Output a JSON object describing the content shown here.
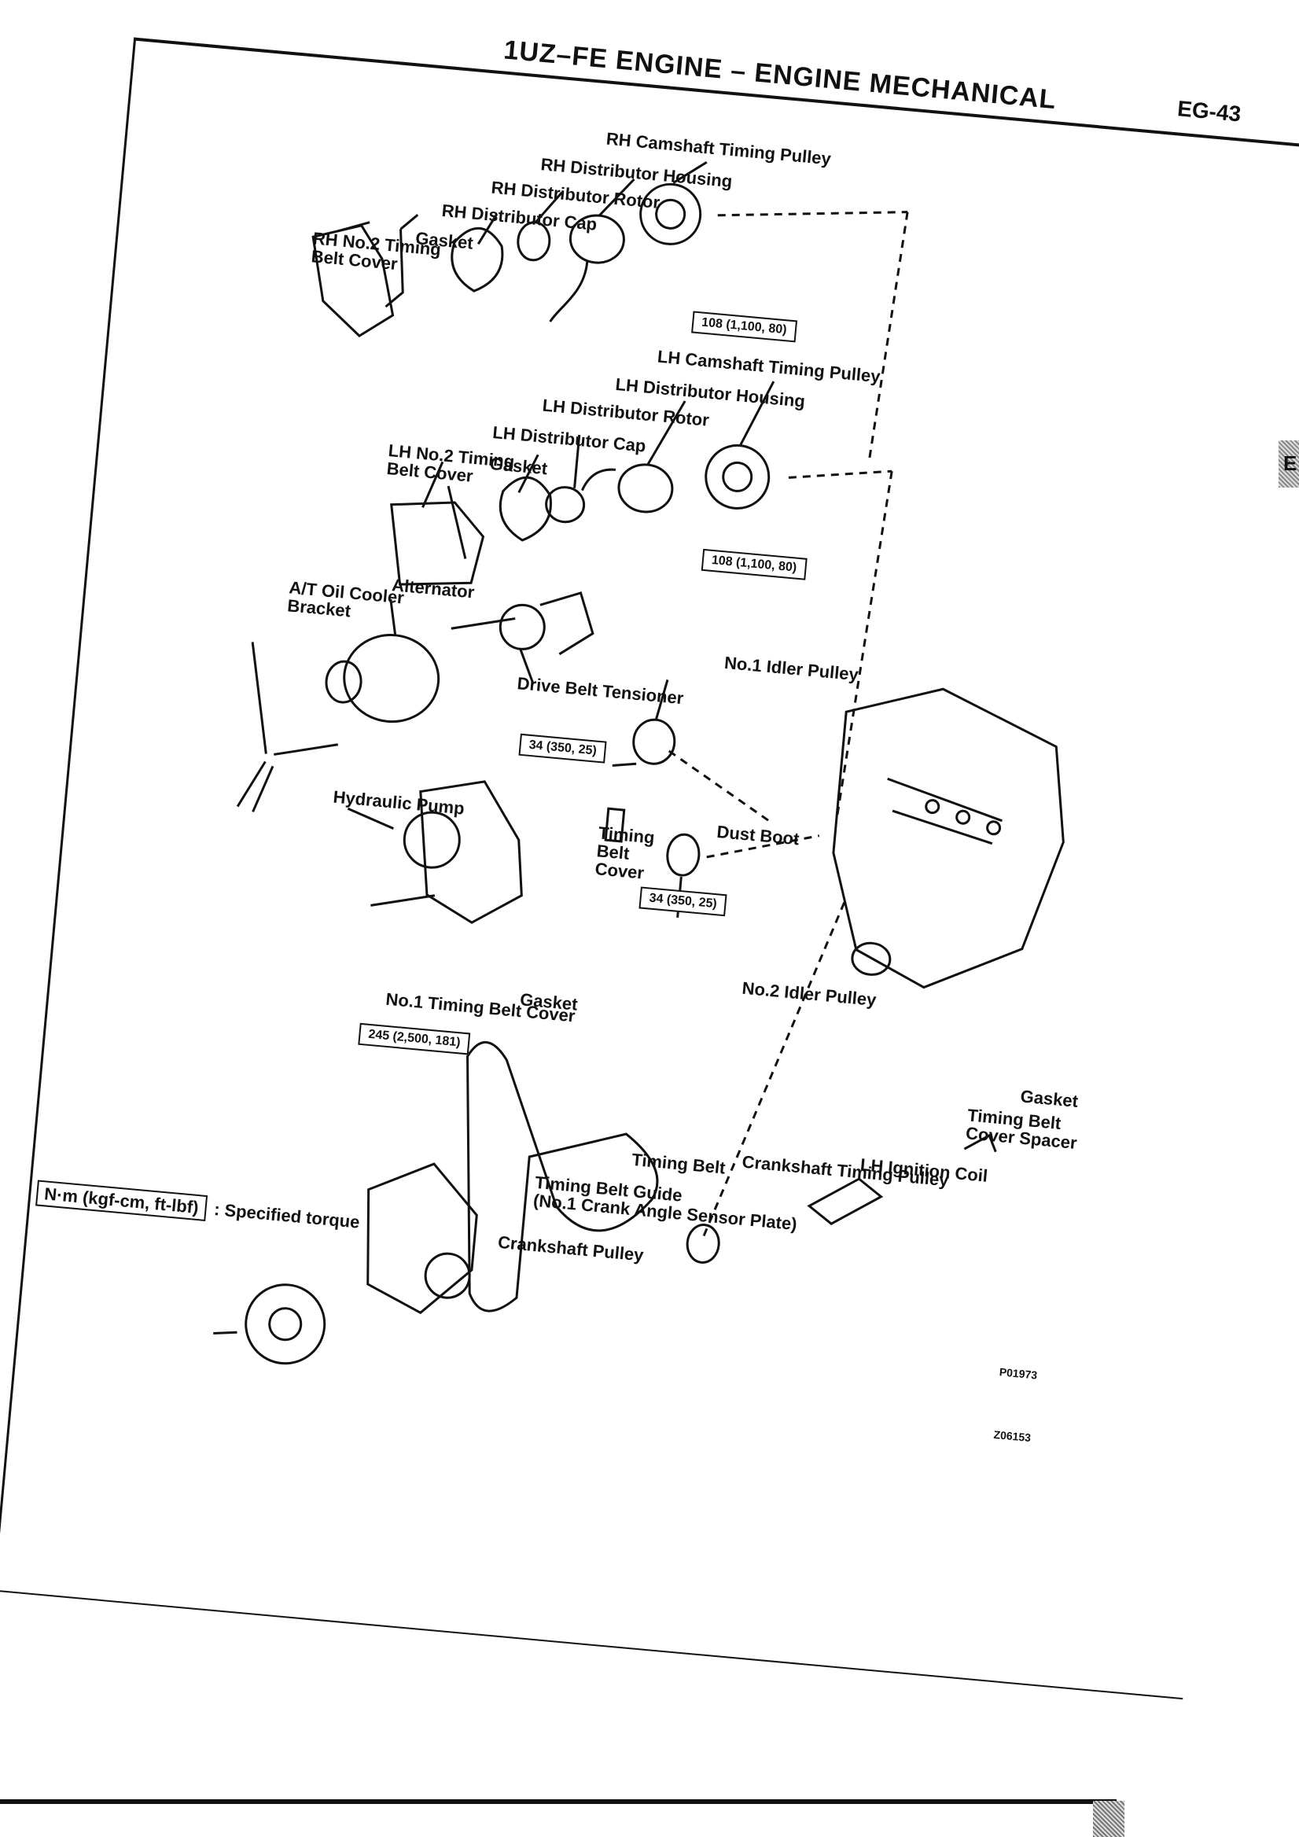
{
  "header": {
    "title": "1UZ–FE ENGINE  –  ENGINE MECHANICAL",
    "page": "EG-43",
    "tab_letter": "E"
  },
  "labels": {
    "rh_cam_pulley": "RH Camshaft Timing Pulley",
    "rh_dist_housing": "RH Distributor Housing",
    "rh_dist_rotor": "RH Distributor Rotor",
    "rh_dist_cap": "RH Distributor Cap",
    "gasket_1": "Gasket",
    "rh_no2_cover": "RH No.2 Timing\nBelt Cover",
    "lh_cam_pulley": "LH Camshaft Timing Pulley",
    "lh_dist_housing": "LH Distributor Housing",
    "lh_dist_rotor": "LH Distributor Rotor",
    "lh_dist_cap": "LH Distributor Cap",
    "gasket_2": "Gasket",
    "lh_no2_cover": "LH No.2 Timing\nBelt Cover",
    "alternator": "Alternator",
    "at_oil_cooler": "A/T Oil Cooler\nBracket",
    "drive_belt_tensioner": "Drive Belt Tensioner",
    "no1_idler": "No.1 Idler Pulley",
    "dust_boot": "Dust Boot",
    "hydraulic_pump": "Hydraulic Pump",
    "timing_belt_cover": "Timing\nBelt\nCover",
    "no2_idler": "No.2 Idler Pulley",
    "gasket_3": "Gasket",
    "no1_timing_cover": "No.1 Timing Belt Cover",
    "timing_belt": "Timing Belt",
    "crank_pulley_timing": "Crankshaft Timing Pulley",
    "lh_ignition_coil": "LH Ignition Coil",
    "gasket_4": "Gasket",
    "timing_belt_spacer": "Timing Belt\nCover Spacer",
    "timing_belt_guide": "Timing Belt Guide\n(No.1 Crank Angle Sensor Plate)",
    "crankshaft_pulley": "Crankshaft Pulley"
  },
  "torques": {
    "t1": "108 (1,100, 80)",
    "t2": "108 (1,100, 80)",
    "t3": "34 (350, 25)",
    "t4": "34 (350, 25)",
    "t5": "245 (2,500, 181)"
  },
  "legend": {
    "box": "N·m (kgf-cm, ft-lbf)",
    "text": ": Specified torque"
  },
  "codes": {
    "fig1": "P01973",
    "fig2": "Z06153"
  }
}
